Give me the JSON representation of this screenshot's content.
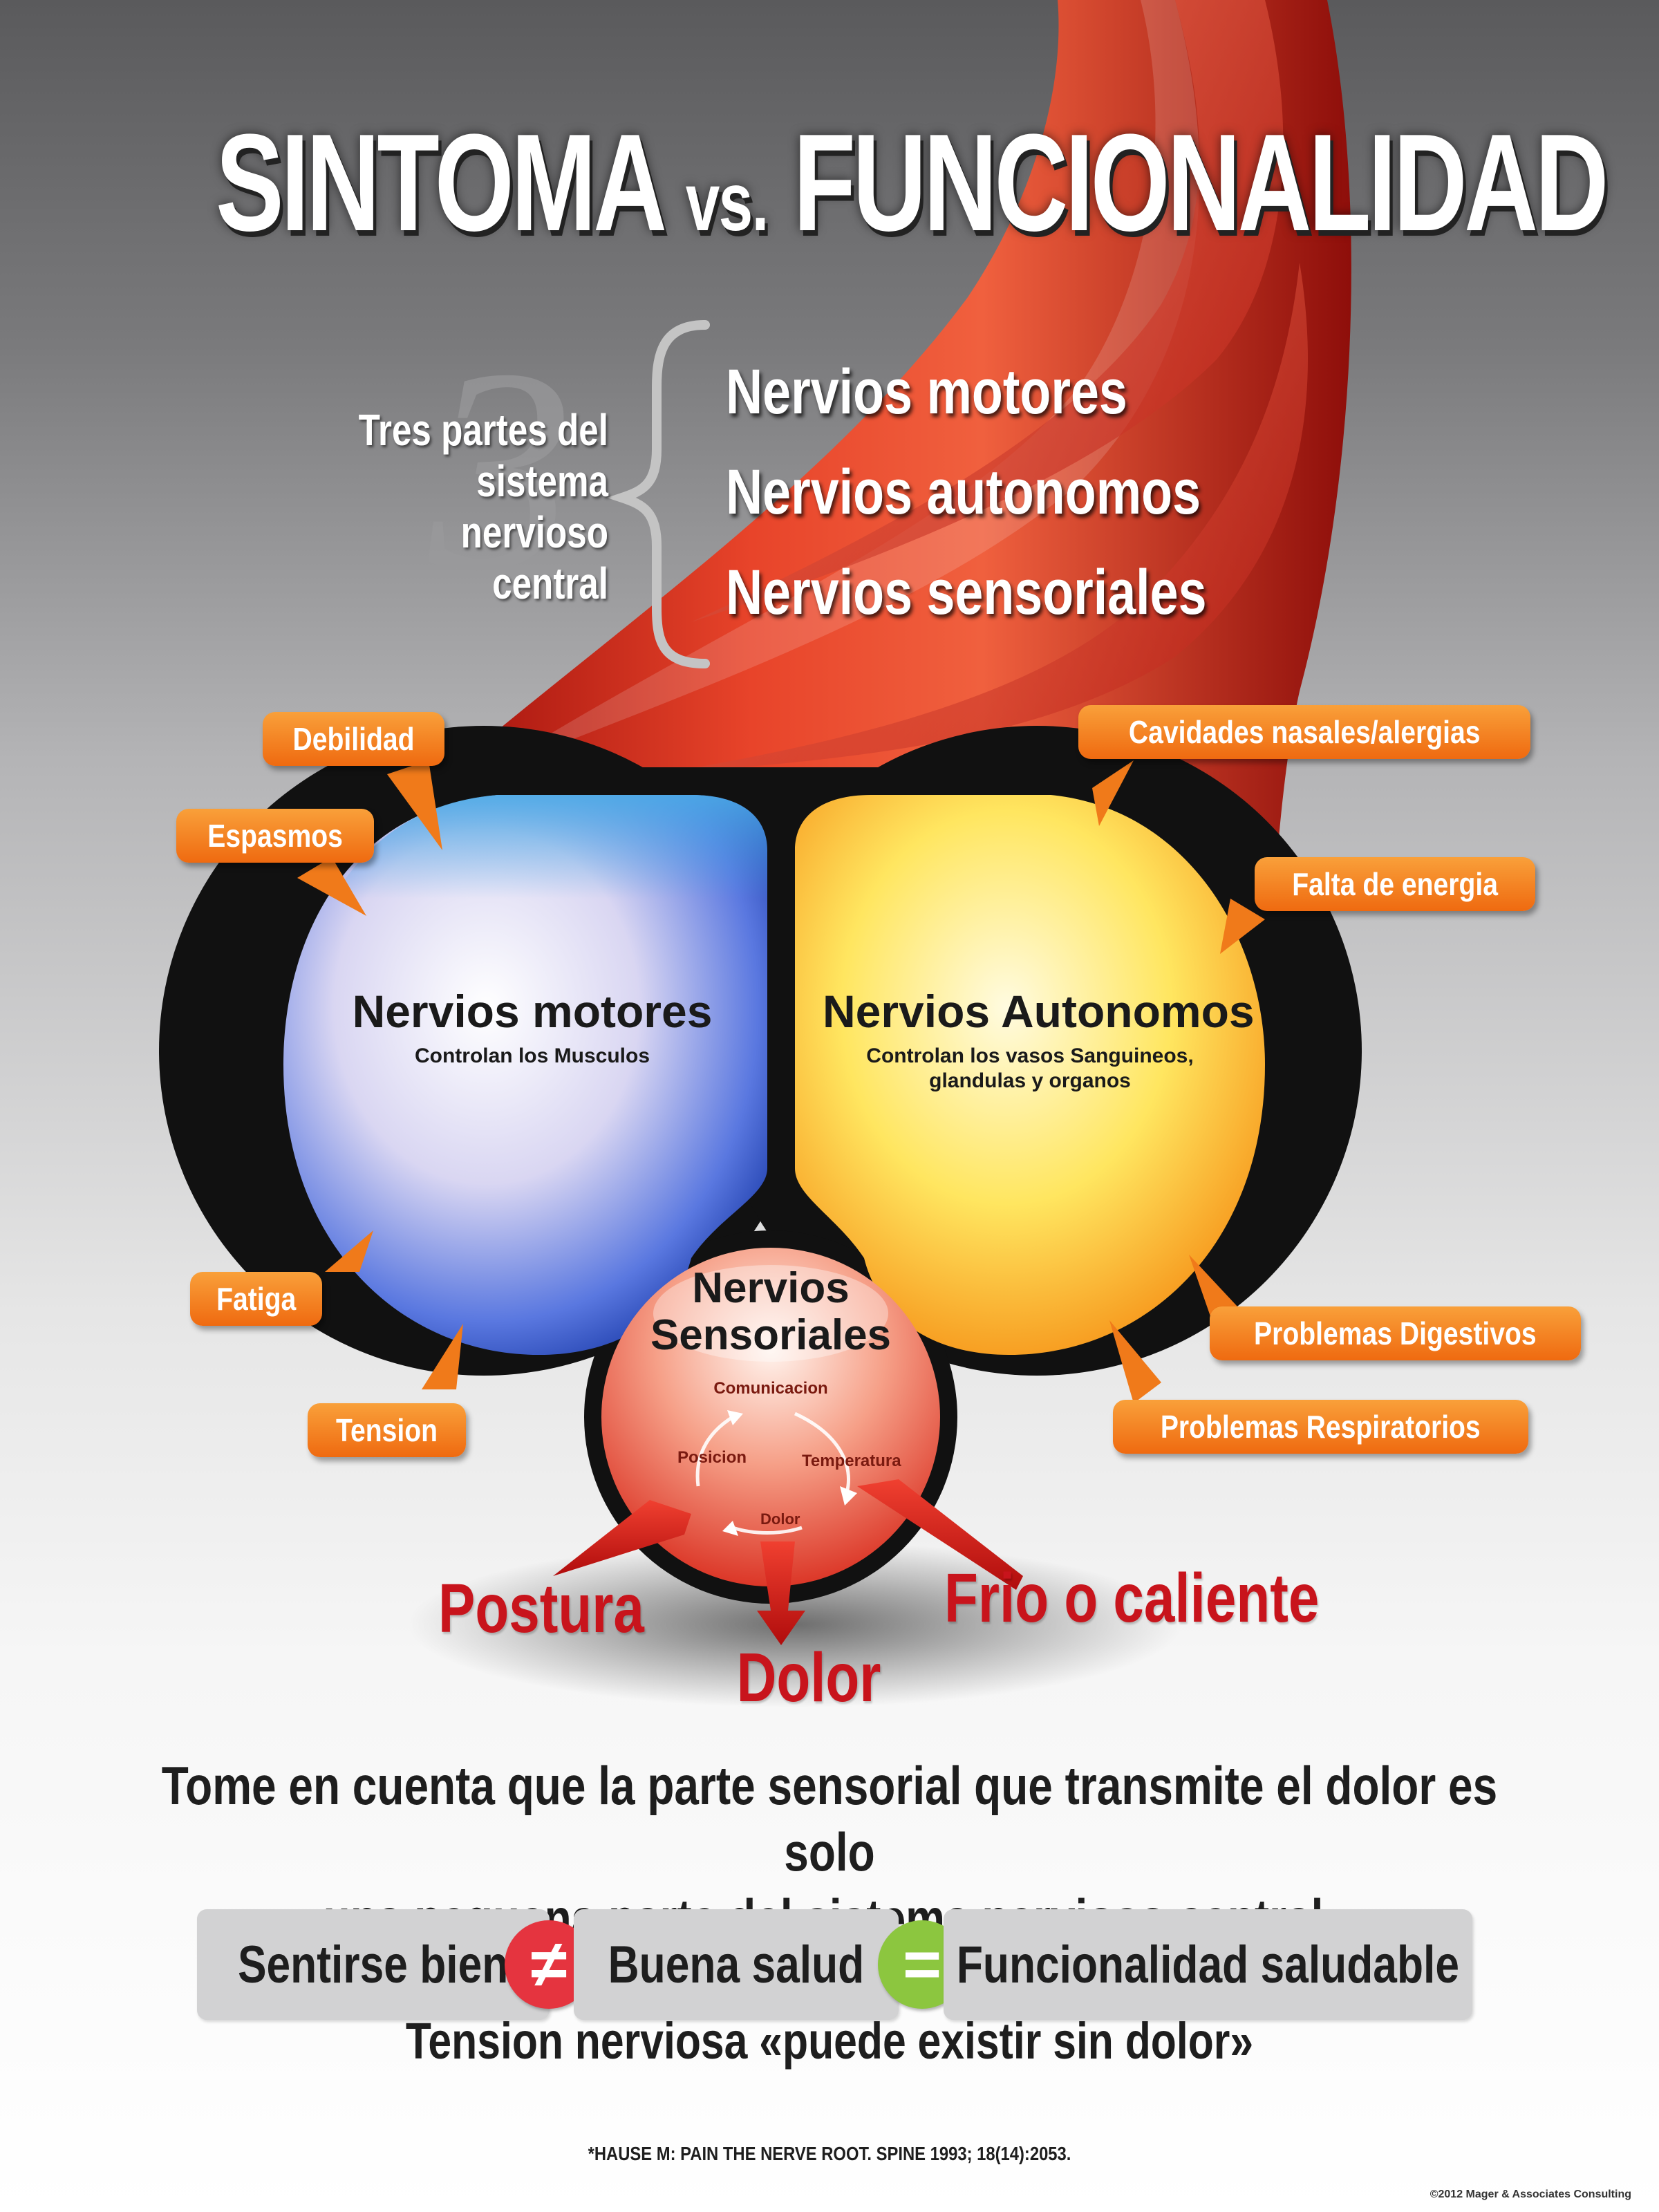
{
  "title": {
    "left": "SINTOMA",
    "vs": "vs.",
    "right": "FUNCIONALIDAD"
  },
  "intro": {
    "number": "3",
    "label_lines": [
      "Tres partes del",
      "sistema nervioso",
      "central"
    ],
    "items": [
      "Nervios motores",
      "Nervios autonomos",
      "Nervios sensoriales"
    ]
  },
  "circles": {
    "motor": {
      "title": "Nervios motores",
      "subtitle": "Controlan los Musculos"
    },
    "autonomic": {
      "title": "Nervios Autonomos",
      "subtitle_lines": [
        "Controlan los vasos Sanguineos,",
        "glandulas y organos"
      ]
    },
    "sensory": {
      "title_lines": [
        "Nervios",
        "Sensoriales"
      ],
      "cycle": [
        "Comunicacion",
        "Temperatura",
        "Dolor",
        "Posicion"
      ]
    }
  },
  "callouts": {
    "left": [
      "Debilidad",
      "Espasmos",
      "Fatiga",
      "Tension"
    ],
    "right": [
      "Cavidades nasales/alergias",
      "Falta de energia",
      "Problemas Digestivos",
      "Problemas Respiratorios"
    ]
  },
  "outputs": {
    "left": "Postura",
    "center": "Dolor",
    "right": "Frio o caliente"
  },
  "note_lines": [
    "Tome en cuenta que la parte sensorial que transmite el dolor es solo",
    "una pequena parte del sistema nervioso central."
  ],
  "equation": {
    "a": "Sentirse bien",
    "op1": "≠",
    "b": "Buena salud",
    "op2": "=",
    "c": "Funcionalidad saludable"
  },
  "tagline": "Tension nerviosa «puede existir sin dolor»",
  "citation": "*HAUSE M: PAIN THE NERVE ROOT. SPINE 1993; 18(14):2053.",
  "copyright": "©2012 Mager & Associates Consulting",
  "colors": {
    "red": "#c8141c",
    "orange": "#f28a1e",
    "blue": "#2a5bd0",
    "yellow": "#ffd23a",
    "not_equal": "#e5343f",
    "equal": "#8cc63f"
  }
}
